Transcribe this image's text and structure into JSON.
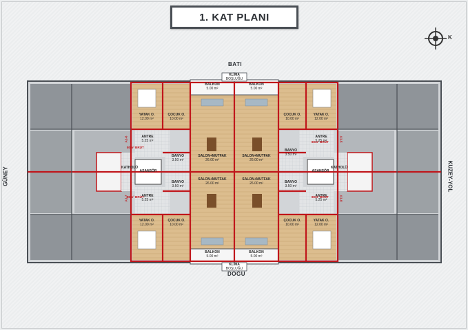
{
  "title": "1. KAT PLANI",
  "compass": {
    "letter": "K",
    "icon": "north-compass-icon"
  },
  "directions": {
    "top": "BATI",
    "bottom": "DOĞU",
    "left": "GÜNEY",
    "right": "KUZEY-YOL"
  },
  "klima": [
    "KLİMA",
    "BOŞLUĞU"
  ],
  "colors": {
    "wall": "#c0161b",
    "frame": "#4a4f55",
    "floor": "#d9b98a",
    "terrace": "#8d9296"
  },
  "rooms": {
    "balkon": {
      "name": "BALKON",
      "area": "5.00 m²"
    },
    "yatak": {
      "name": "YATAK O.",
      "area": "12.00 m²"
    },
    "cocuk": {
      "name": "ÇOCUK O.",
      "area": "10.00 m²"
    },
    "salon": {
      "name": "SALON+MUTFAK",
      "area": "26.00 m²"
    },
    "antre": {
      "name": "ANTRE",
      "area": "5.25 m²"
    },
    "banyo": {
      "name": "BANYO",
      "area": "3.50 m²"
    },
    "asansor": {
      "name": "ASANSÖR"
    },
    "kat_holu": {
      "line1": "KAT",
      "line2": "HOLÜ"
    }
  },
  "flat_tags": [
    {
      "code": "A1-6",
      "area": "80m² BRÜT"
    },
    {
      "code": "A1-7",
      "area": "80m² BRÜT"
    },
    {
      "code": "A1-5",
      "area": "80m² BRÜT"
    },
    {
      "code": "A1-8",
      "area": "80m² BRÜT"
    }
  ]
}
